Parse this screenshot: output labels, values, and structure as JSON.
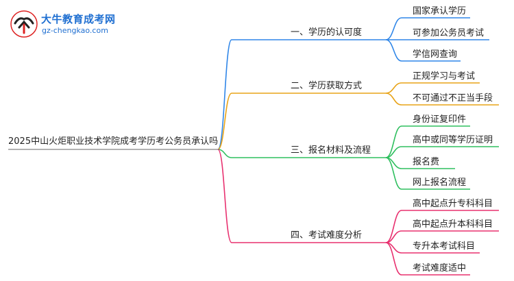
{
  "logo": {
    "site_name": "大牛教育成考网",
    "site_url": "gz-chengkao.com"
  },
  "root": "2025中山火炬职业技术学院成考学历考公务员承认吗",
  "branches": [
    {
      "label": "一、学历的认可度",
      "color": "#2f86e8",
      "leaves": [
        "国家承认学历",
        "可参加公务员考试",
        "学信网查询"
      ]
    },
    {
      "label": "二、学历获取方式",
      "color": "#e8a317",
      "leaves": [
        "正规学习与考试",
        "不可通过不正当手段"
      ]
    },
    {
      "label": "三、报名材料及流程",
      "color": "#2fbf5f",
      "leaves": [
        "身份证复印件",
        "高中或同等学历证明",
        "报名费",
        "网上报名流程"
      ]
    },
    {
      "label": "四、考试难度分析",
      "color": "#e8306f",
      "leaves": [
        "高中起点升专科科目",
        "高中起点升本科科目",
        "专升本考试科目",
        "考试难度适中"
      ]
    }
  ]
}
